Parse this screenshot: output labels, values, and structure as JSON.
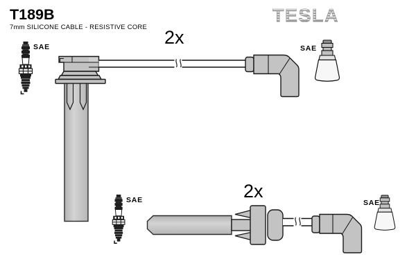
{
  "header": {
    "part_number": "T189B",
    "subtitle": "7mm SILICONE CABLE - RESISTIVE CORE",
    "brand": "TESLA"
  },
  "labels": {
    "sae": "SAE",
    "quantity": "2x"
  },
  "colors": {
    "background": "#ffffff",
    "part_gray": "#c3c3c3",
    "shaft_gray": "#c9c9c9",
    "outline": "#1a1a1a",
    "brand_gray": "#9c9c9c",
    "text": "#000000"
  }
}
